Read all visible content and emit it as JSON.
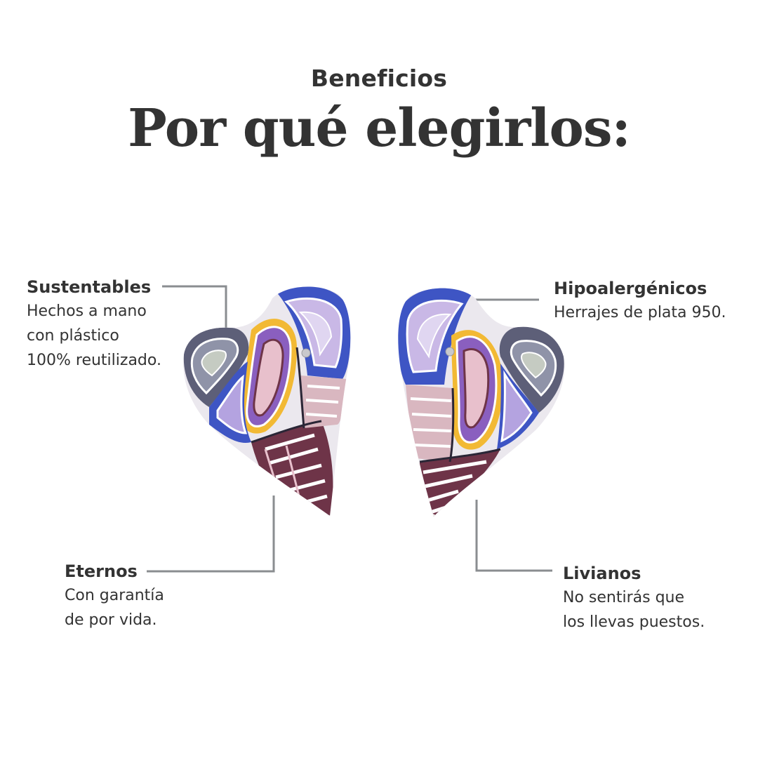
{
  "header": {
    "eyebrow": "Beneficios",
    "title": "Por qué elegirlos:"
  },
  "benefits": [
    {
      "title": "Sustentables",
      "desc": "Hechos a mano\ncon plástico\n100% reutilizado."
    },
    {
      "title": "Hipoalergénicos",
      "desc": "Herrajes de plata 950."
    },
    {
      "title": "Eternos",
      "desc": "Con garantía\nde por vida."
    },
    {
      "title": "Livianos",
      "desc": "No sentirás que\nlos llevas puestos."
    }
  ],
  "colors": {
    "text": "#333333",
    "connector": "#8a8d90",
    "blue": "#3e55c4",
    "purple": "#8a5fbf",
    "lilac": "#c9b8e6",
    "pink": "#e8c0cc",
    "maroon": "#6e3448",
    "yellow": "#f2b934",
    "dark": "#2a2636",
    "grey": "#8f93a8"
  },
  "icons": [
    "heart-earring-left",
    "heart-earring-right"
  ]
}
